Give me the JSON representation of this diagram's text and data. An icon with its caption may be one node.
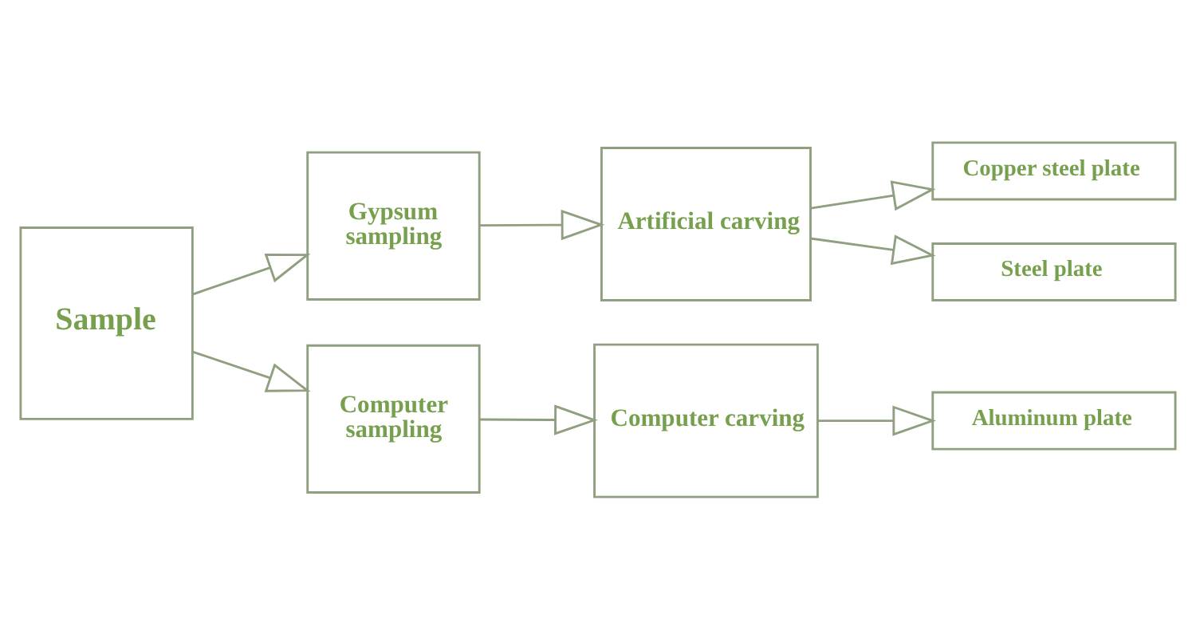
{
  "diagram": {
    "nodes": [
      {
        "text": [
          "Sample"
        ]
      },
      {
        "text": [
          "Gypsum sampling"
        ]
      },
      {
        "text": [
          "Artificial carving"
        ]
      },
      {
        "text": [
          "Copper steel plate"
        ]
      },
      {
        "text": [
          "Steel plate"
        ]
      },
      {
        "text": [
          "Computer sampling"
        ]
      },
      {
        "text": [
          "Computer carving"
        ]
      },
      {
        "text": [
          "Aluminum plate"
        ]
      }
    ],
    "edges": [
      {
        "from": 0,
        "to": 1,
        "arrow": "to"
      },
      {
        "from": 0,
        "to": 5,
        "arrow": "to"
      },
      {
        "from": 1,
        "to": 2,
        "arrow": "to"
      },
      {
        "from": 2,
        "to": 3,
        "arrow": "to"
      },
      {
        "from": 2,
        "to": 4,
        "arrow": "to"
      },
      {
        "from": 5,
        "to": 6,
        "arrow": "to"
      },
      {
        "from": 6,
        "to": 7,
        "arrow": "to"
      }
    ]
  }
}
